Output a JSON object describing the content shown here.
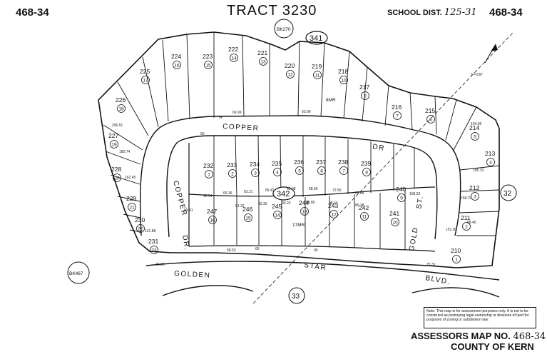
{
  "header": {
    "left_code": "468-34",
    "right_code": "468-34",
    "title": "TRACT 3230",
    "school_label": "SCHOOL DIST.",
    "school_value": "125-31"
  },
  "footer": {
    "note": "Note: This map is for assessment purposes only. It is not to be construed as portraying legal ownership or divisions of land for purposes of zoning or subdivision law.",
    "assessors_label": "ASSESSORS MAP NO.",
    "assessors_number": "468-34",
    "county": "COUNTY OF KERN"
  },
  "badges": {
    "bk270": "BK270",
    "bk467": "BK467",
    "oval_341": "341",
    "oval_342": "342",
    "circle_32": "32",
    "circle_33": "33"
  },
  "streets": {
    "copper_dr_top_1": "COPPER",
    "copper_dr_top_2": "DR",
    "copper_dr_left_1": "COPPER",
    "copper_dr_left_2": "DR.",
    "gold_st": "GOLD",
    "gold_st_suffix": "ST.",
    "golden": "GOLDEN",
    "star": "STAR",
    "blvd": "BLVD."
  },
  "north_arrow": {
    "scale": "1\"=100'"
  },
  "parcels": [
    {
      "num": "224",
      "circle": "16"
    },
    {
      "num": "223",
      "circle": "15"
    },
    {
      "num": "222",
      "circle": "14"
    },
    {
      "num": "221",
      "circle": "13"
    },
    {
      "num": "220",
      "circle": "12"
    },
    {
      "num": "219",
      "circle": "11"
    },
    {
      "num": "218",
      "circle": "10"
    },
    {
      "num": "217",
      "circle": "9"
    },
    {
      "num": "225",
      "circle": "17"
    },
    {
      "num": "226",
      "circle": "18"
    },
    {
      "num": "227",
      "circle": "19"
    },
    {
      "num": "228",
      "circle": "20"
    },
    {
      "num": "229",
      "circle": "21"
    },
    {
      "num": "230",
      "circle": "22"
    },
    {
      "num": "231",
      "circle": "23"
    },
    {
      "num": "216",
      "circle": "7"
    },
    {
      "num": "215",
      "circle": "6"
    },
    {
      "num": "214",
      "circle": "5"
    },
    {
      "num": "213",
      "circle": "4"
    },
    {
      "num": "212",
      "circle": "3"
    },
    {
      "num": "211",
      "circle": "2"
    },
    {
      "num": "210",
      "circle": "1"
    },
    {
      "num": "232",
      "circle": "1"
    },
    {
      "num": "233",
      "circle": "2"
    },
    {
      "num": "234",
      "circle": "3"
    },
    {
      "num": "235",
      "circle": "4"
    },
    {
      "num": "236",
      "circle": "5"
    },
    {
      "num": "237",
      "circle": "6"
    },
    {
      "num": "238",
      "circle": "7"
    },
    {
      "num": "239",
      "circle": "8"
    },
    {
      "num": "240",
      "circle": "9"
    },
    {
      "num": "247",
      "circle": "16"
    },
    {
      "num": "246",
      "circle": "15"
    },
    {
      "num": "245",
      "circle": "14"
    },
    {
      "num": "244",
      "circle": "13"
    },
    {
      "num": "243",
      "circle": "12"
    },
    {
      "num": "242",
      "circle": "11"
    },
    {
      "num": "241",
      "circle": "10"
    }
  ],
  "mr_labels": [
    "8MR",
    "17MR"
  ],
  "dimensions": [
    "69.99",
    "63.99",
    "65.36",
    "63.21",
    "65.42",
    "65.98",
    "68.60",
    "72.56",
    "99.84",
    "108.53",
    "93.32",
    "93.30",
    "93.23",
    "98.80",
    "98.43",
    "89.38",
    "99.41",
    "92.54",
    "68.53",
    "75.20",
    "75.31",
    "104.05",
    "98.40",
    "121.88",
    "180.74",
    "206.51",
    "162.45",
    "165.10",
    "158.70",
    "151.00",
    "60",
    "65",
    "90",
    "74"
  ]
}
